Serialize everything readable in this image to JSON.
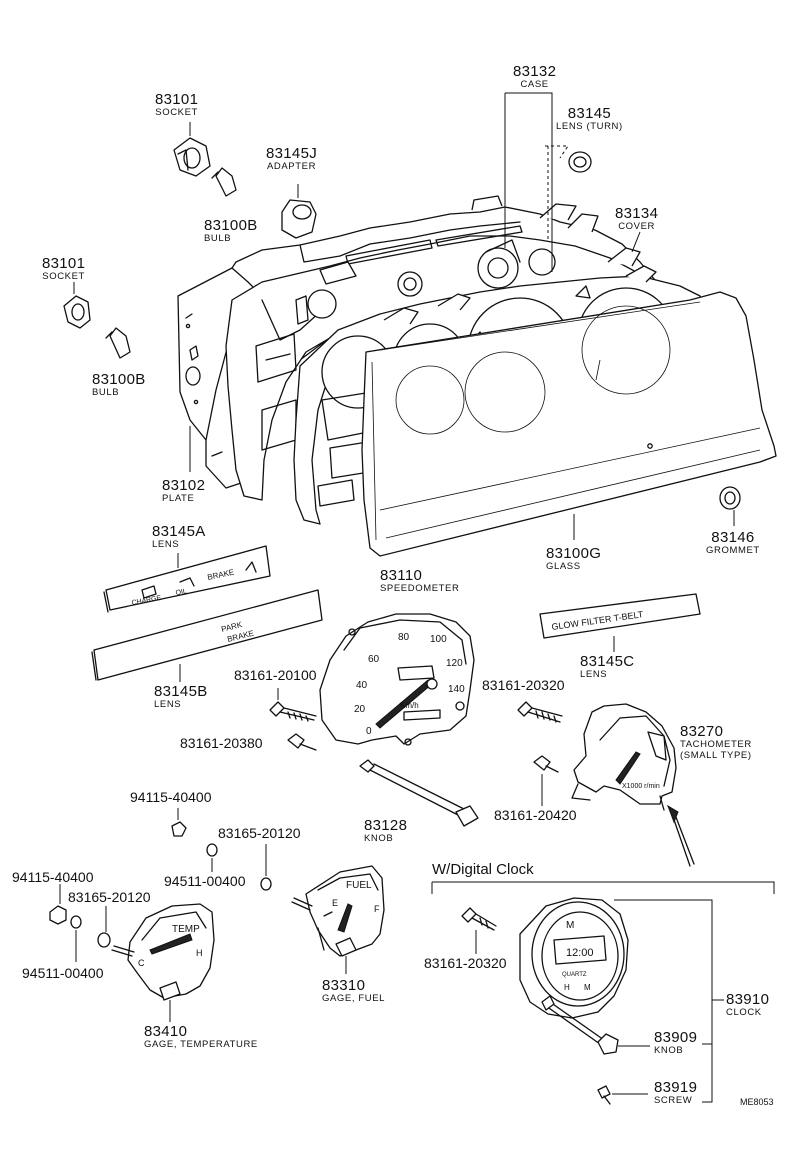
{
  "labels": {
    "case": {
      "pn": "83132",
      "nm": "CASE"
    },
    "lens_turn": {
      "pn": "83145",
      "nm": "LENS (TURN)"
    },
    "cover": {
      "pn": "83134",
      "nm": "COVER"
    },
    "socket_top": {
      "pn": "83101",
      "nm": "SOCKET"
    },
    "adapter": {
      "pn": "83145J",
      "nm": "ADAPTER"
    },
    "bulb_top": {
      "pn": "83100B",
      "nm": "BULB"
    },
    "socket_left": {
      "pn": "83101",
      "nm": "SOCKET"
    },
    "bulb_left": {
      "pn": "83100B",
      "nm": "BULB"
    },
    "plate": {
      "pn": "83102",
      "nm": "PLATE"
    },
    "glass": {
      "pn": "83100G",
      "nm": "GLASS"
    },
    "grommet": {
      "pn": "83146",
      "nm": "GROMMET"
    },
    "lens_a": {
      "pn": "83145A",
      "nm": "LENS"
    },
    "lens_b": {
      "pn": "83145B",
      "nm": "LENS"
    },
    "lens_c": {
      "pn": "83145C",
      "nm": "LENS"
    },
    "speedometer": {
      "pn": "83110",
      "nm": "SPEEDOMETER"
    },
    "tachometer": {
      "pn": "83270",
      "nm": "TACHOMETER",
      "nm2": "(SMALL TYPE)"
    },
    "knob_speedo": {
      "pn": "83128",
      "nm": "KNOB"
    },
    "gage_fuel": {
      "pn": "83310",
      "nm": "GAGE, FUEL"
    },
    "gage_temp": {
      "pn": "83410",
      "nm": "GAGE, TEMPERATURE"
    },
    "clock": {
      "pn": "83910",
      "nm": "CLOCK"
    },
    "clock_knob": {
      "pn": "83909",
      "nm": "KNOB"
    },
    "clock_screw": {
      "pn": "83919",
      "nm": "SCREW"
    }
  },
  "part_numbers": {
    "screw_speedo_top": "83161-20100",
    "screw_speedo_bottom": "83161-20380",
    "screw_tacho_top": "83161-20320",
    "screw_tacho_bottom": "83161-20420",
    "nut_center": "94115-40400",
    "washer_center_a": "83165-20120",
    "washer_center_b": "94511-00400",
    "nut_left": "94115-40400",
    "washer_left_a": "83165-20120",
    "washer_left_b": "94511-00400",
    "screw_clock": "83161-20320"
  },
  "section_title": "W/Digital Clock",
  "drawing_code": "ME8053",
  "lens_text": {
    "a_charge": "CHARGE",
    "a_oil": "OIL",
    "a_brake": "BRAKE",
    "b_park": "PARK",
    "b_brake": "BRAKE",
    "c_text": "GLOW  FILTER  T-BELT"
  },
  "speedometer_scale": [
    "0",
    "20",
    "40",
    "60",
    "80",
    "100",
    "120",
    "140"
  ],
  "speedometer_unit": "Km/h",
  "tacho_unit": "X1000 r/min",
  "fuel_gauge": {
    "title": "FUEL",
    "e": "E",
    "f": "F"
  },
  "temp_gauge": {
    "title": "TEMP",
    "c": "C",
    "h": "H"
  },
  "clock_face": {
    "mode": "M",
    "time": "12:00",
    "brand": "QUARTZ",
    "h": "H",
    "m": "M"
  }
}
